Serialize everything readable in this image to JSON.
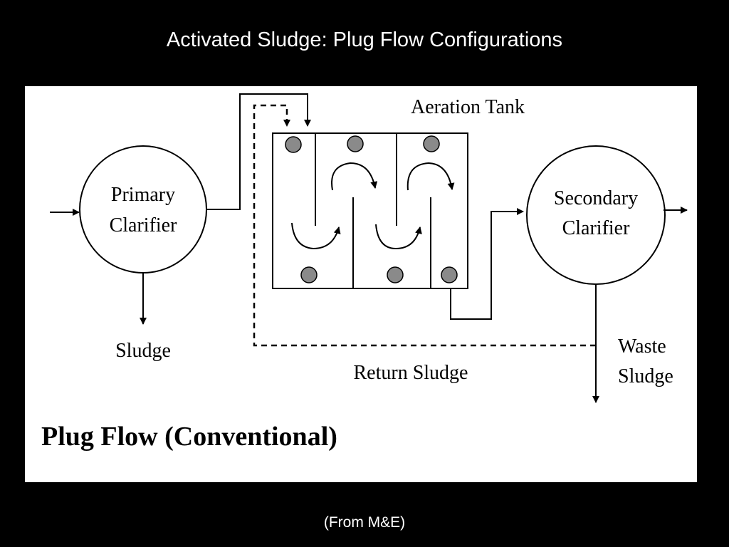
{
  "slide": {
    "title": "Activated Sludge: Plug Flow Configurations",
    "caption": "(From M&E)"
  },
  "diagram": {
    "aeration_tank_label": "Aeration Tank",
    "primary_clarifier": {
      "line1": "Primary",
      "line2": "Clarifier"
    },
    "secondary_clarifier": {
      "line1": "Secondary",
      "line2": "Clarifier"
    },
    "sludge_label": "Sludge",
    "return_sludge_label": "Return Sludge",
    "waste_sludge": {
      "line1": "Waste",
      "line2": "Sludge"
    },
    "configuration_label": "Plug Flow (Conventional)"
  }
}
